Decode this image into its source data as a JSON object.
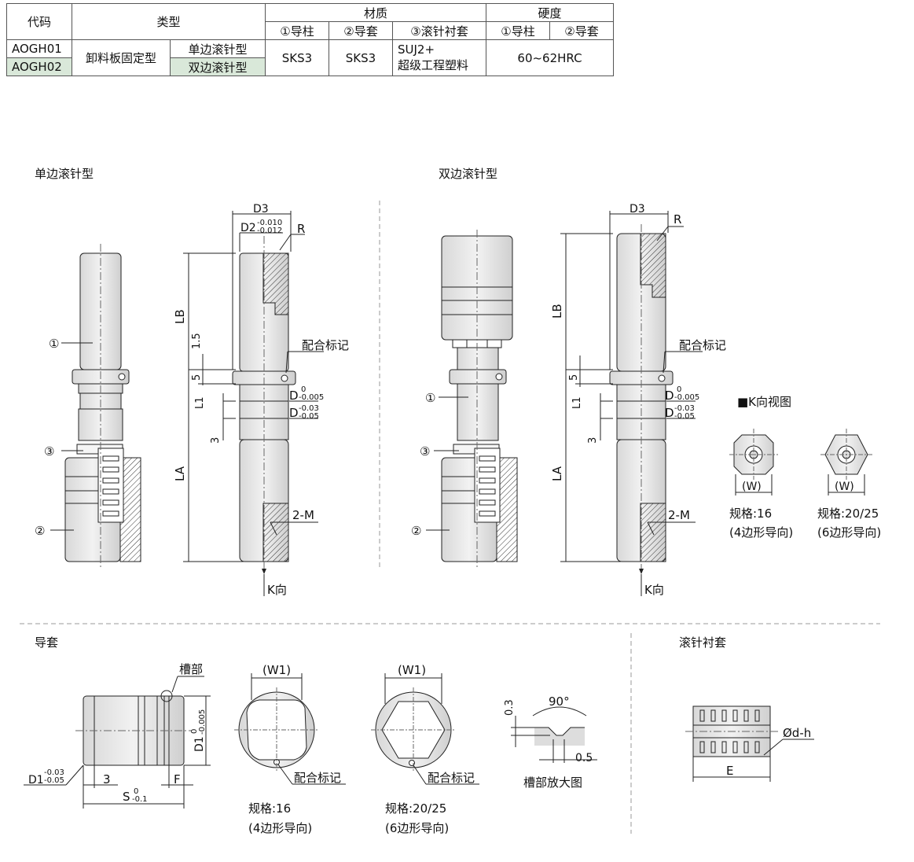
{
  "table": {
    "headers": {
      "code": "代码",
      "type": "类型",
      "material": "材质",
      "hardness": "硬度",
      "sub_guide_post": "①导柱",
      "sub_guide_bush": "②导套",
      "sub_roller_cage": "③滚针衬套",
      "sub_hard_post": "①导柱",
      "sub_hard_bush": "②导套"
    },
    "rows": [
      {
        "code": "AOGH01",
        "subtype": "单边滚针型"
      },
      {
        "code": "AOGH02",
        "subtype": "双边滚针型"
      }
    ],
    "type_group": "卸料板固定型",
    "mat_post": "SKS3",
    "mat_bush": "SKS3",
    "mat_cage_line1": "SUJ2+",
    "mat_cage_line2": "超级工程塑料",
    "hardness_value": "60~62HRC"
  },
  "sections": {
    "single": "单边滚针型",
    "double": "双边滚针型",
    "k_view": "■K向视图",
    "guide_bush": "导套",
    "roller_cage": "滚针衬套"
  },
  "callouts": {
    "c1": "①",
    "c2": "②",
    "c3": "③",
    "D3": "D3",
    "D2": "D2",
    "D2_tol_upper": "-0.010",
    "D2_tol_lower": "-0.012",
    "R": "R",
    "LB": "LB",
    "LA": "LA",
    "d15": "1.5",
    "d5": "5",
    "L1": "L1",
    "d3": "3",
    "fit_mark": "配合标记",
    "D_a": "D",
    "D_a_upper": "0",
    "D_a_lower": "-0.005",
    "D_b": "D",
    "D_b_upper": "-0.03",
    "D_b_lower": "-0.05",
    "two_M": "2-M",
    "K_dir": "K向",
    "W": "(W)",
    "size16": "规格:16",
    "size16_sub": "(4边形导向)",
    "size2025": "规格:20/25",
    "size2025_sub": "(6边形导向)",
    "groove": "槽部",
    "D1": "D1",
    "D1_upper": "0",
    "D1_lower": "-0.005",
    "D1b_upper": "-0.03",
    "D1b_lower": "-0.05",
    "S": "S",
    "S_upper": "0",
    "S_lower": "-0.1",
    "F": "F",
    "W1": "(W1)",
    "angle90": "90°",
    "d03": "0.3",
    "d05": "0.5",
    "groove_zoom": "槽部放大图",
    "od_h": "Ød-h",
    "E": "E"
  }
}
